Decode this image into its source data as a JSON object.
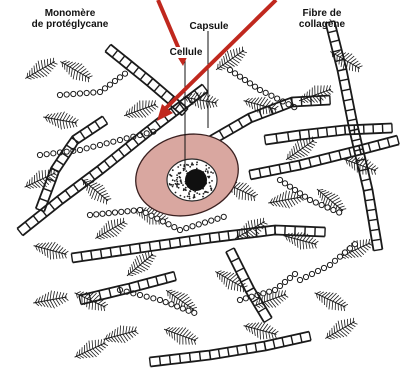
{
  "labels": {
    "monomere_line1": "Monomère",
    "monomere_line2": "de protéglycane",
    "capsule": "Capsule",
    "cellule": "Cellule",
    "fibre_line1": "Fibre de",
    "fibre_line2": "collagène"
  },
  "colors": {
    "ink": "#1a1a1a",
    "capsule_fill": "#d9a7a0",
    "capsule_stroke": "#3a2020",
    "arrow": "#c0281e",
    "nucleus": "#101010"
  }
}
